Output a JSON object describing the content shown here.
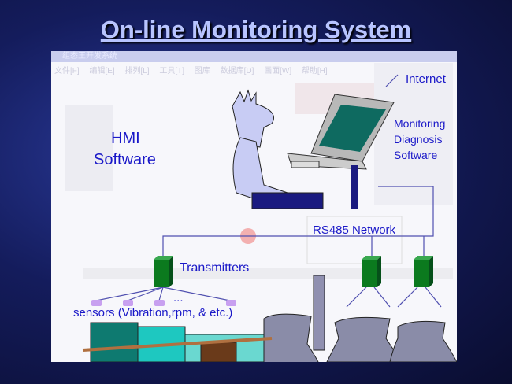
{
  "title": "On-line Monitoring System",
  "background_window": {
    "title": "组态王开发系统",
    "menu": "文件[F] 编辑[E] 排列[L] 工具[T] 图库 数据库[D] 画面[W] 帮助[H]"
  },
  "labels": {
    "internet": "Internet",
    "monitoring": "Monitoring",
    "diagnosis": "Diagnosis",
    "software": "Software",
    "hmi": "HMI",
    "hmi_software": "Software",
    "network": "RS485 Network",
    "transmitters": "Transmitters",
    "ellipsis": "...",
    "sensors": "sensors (Vibration,rpm, & etc.)"
  },
  "colors": {
    "label": "#1a18c8",
    "transmitter": "#0b7a1e",
    "sensor": "#c8a0f0",
    "line": "#5050b0",
    "plant": "#1ec8c0"
  }
}
